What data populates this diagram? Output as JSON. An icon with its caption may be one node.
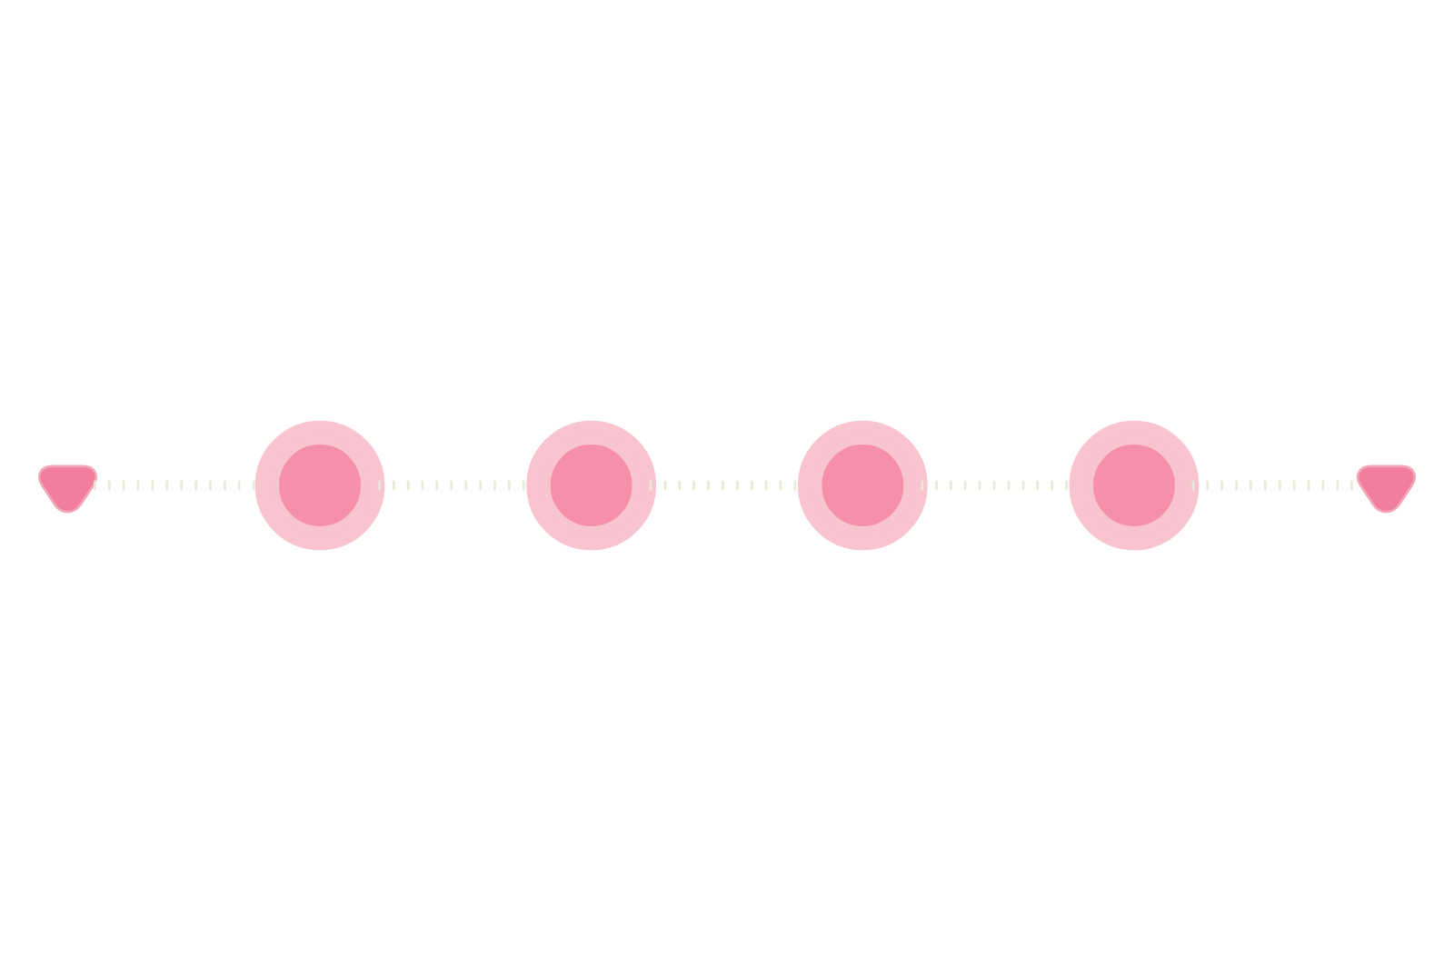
{
  "diagram": {
    "nodes": [
      {
        "text": [],
        "shape": "heart"
      },
      {
        "text": [],
        "shape": "donut"
      },
      {
        "text": [],
        "shape": "donut"
      },
      {
        "text": [],
        "shape": "donut"
      },
      {
        "text": [],
        "shape": "donut"
      },
      {
        "text": [],
        "shape": "heart"
      }
    ],
    "edges": [
      {
        "from": 0,
        "to": 1,
        "arrow": "none",
        "style": "dashed"
      },
      {
        "from": 1,
        "to": 2,
        "arrow": "none",
        "style": "dashed"
      },
      {
        "from": 2,
        "to": 3,
        "arrow": "none",
        "style": "dashed"
      },
      {
        "from": 3,
        "to": 4,
        "arrow": "none",
        "style": "dashed"
      },
      {
        "from": 4,
        "to": 5,
        "arrow": "none",
        "style": "dashed"
      }
    ]
  }
}
